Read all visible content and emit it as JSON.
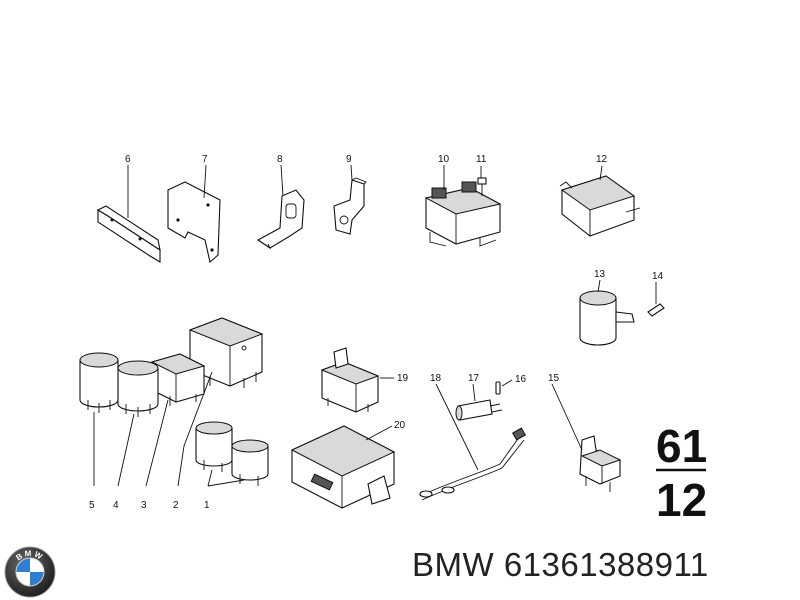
{
  "diagram": {
    "callouts": [
      "1",
      "2",
      "3",
      "4",
      "5",
      "6",
      "7",
      "8",
      "9",
      "10",
      "11",
      "12",
      "13",
      "14",
      "15",
      "16",
      "17",
      "18",
      "19",
      "20"
    ],
    "group": {
      "top": "61",
      "bottom": "12"
    }
  },
  "footer": {
    "brand_logo_text": "BMW",
    "part_number_text": "BMW 61361388911"
  },
  "icons": {
    "logo": "bmw-roundel-icon"
  },
  "colors": {
    "ink": "#111111",
    "background": "#ffffff"
  }
}
